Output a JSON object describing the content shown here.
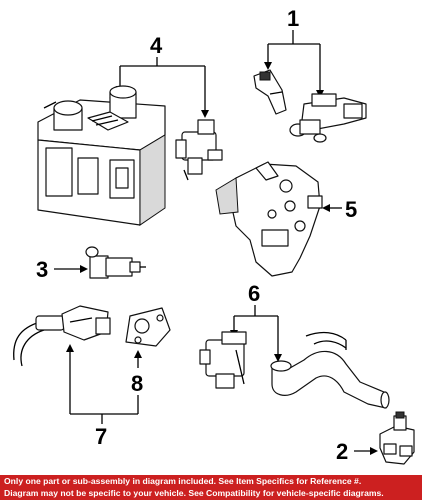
{
  "callouts": {
    "c1": "1",
    "c2": "2",
    "c3": "3",
    "c4": "4",
    "c5": "5",
    "c6": "6",
    "c7": "7",
    "c8": "8"
  },
  "footer": {
    "line1": "Only one part or sub-assembly in diagram included. See Item Specifics for Reference #.",
    "line2": "Diagram may not be specific to your vehicle. See Compatibility for vehicle-specific diagrams."
  },
  "colors": {
    "footer_bg": "#cc2020",
    "footer_text": "#ffffff"
  }
}
